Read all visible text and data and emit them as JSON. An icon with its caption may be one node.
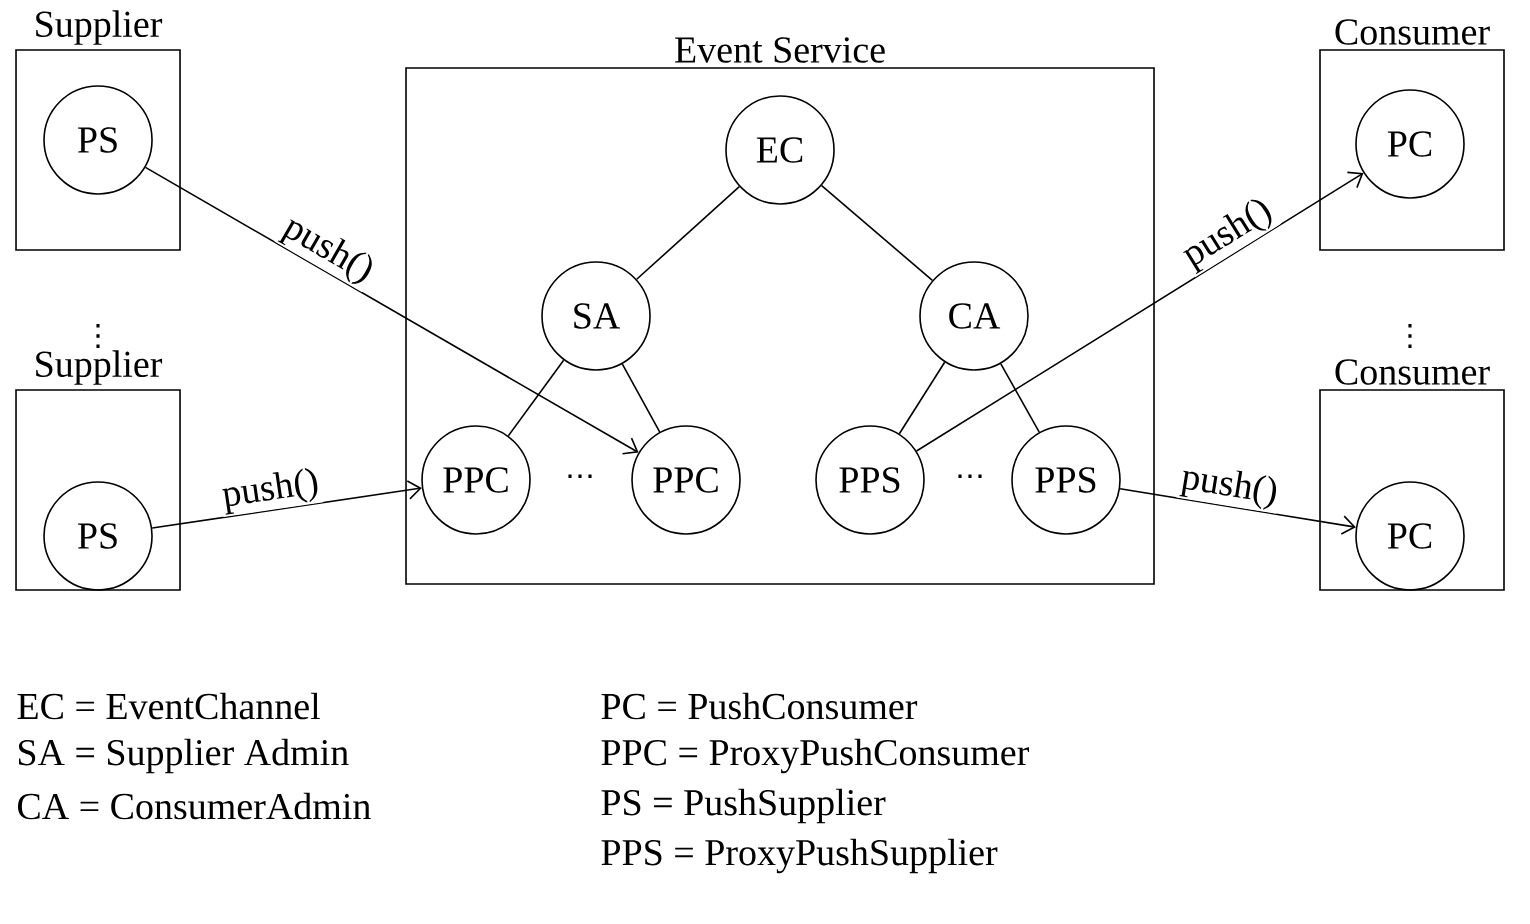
{
  "diagram": {
    "nodes": [
      {
        "text": [
          "Supplier"
        ]
      },
      {
        "text": [
          "PS"
        ],
        "in": 0
      },
      {
        "text": [
          "Supplier"
        ]
      },
      {
        "text": [
          "PS"
        ],
        "in": 2
      },
      {
        "text": [
          "Event Service"
        ]
      },
      {
        "text": [
          "EC"
        ],
        "in": 4
      },
      {
        "text": [
          "SA"
        ],
        "in": 4
      },
      {
        "text": [
          "CA"
        ],
        "in": 4
      },
      {
        "text": [
          "PPC"
        ],
        "in": 4
      },
      {
        "text": [
          "PPC"
        ],
        "in": 4
      },
      {
        "text": [
          "PPS"
        ],
        "in": 4
      },
      {
        "text": [
          "PPS"
        ],
        "in": 4
      },
      {
        "text": [
          "Consumer"
        ]
      },
      {
        "text": [
          "PC"
        ],
        "in": 12
      },
      {
        "text": [
          "Consumer"
        ]
      },
      {
        "text": [
          "PC"
        ],
        "in": 14
      }
    ],
    "edges": [
      {
        "from": 5,
        "to": 6,
        "arrow": "none"
      },
      {
        "from": 5,
        "to": 7,
        "arrow": "none"
      },
      {
        "from": 6,
        "to": 8,
        "arrow": "none"
      },
      {
        "from": 6,
        "to": 9,
        "arrow": "none"
      },
      {
        "from": 7,
        "to": 10,
        "arrow": "none"
      },
      {
        "from": 7,
        "to": 11,
        "arrow": "none"
      },
      {
        "from": 1,
        "to": 9,
        "arrow": "to",
        "label": "push()"
      },
      {
        "from": 3,
        "to": 8,
        "arrow": "to",
        "label": "push()"
      },
      {
        "from": 10,
        "to": 13,
        "arrow": "to",
        "label": "push()"
      },
      {
        "from": 11,
        "to": 15,
        "arrow": "to",
        "label": "push()"
      }
    ],
    "labels": [
      "⋮",
      "⋯",
      "⋯",
      "⋮",
      "EC = EventChannel",
      "PC = PushConsumer",
      "SA = Supplier Admin",
      "PPC = ProxyPushConsumer",
      "CA = ConsumerAdmin",
      "PS = PushSupplier",
      "PPS = ProxyPushSupplier"
    ]
  }
}
